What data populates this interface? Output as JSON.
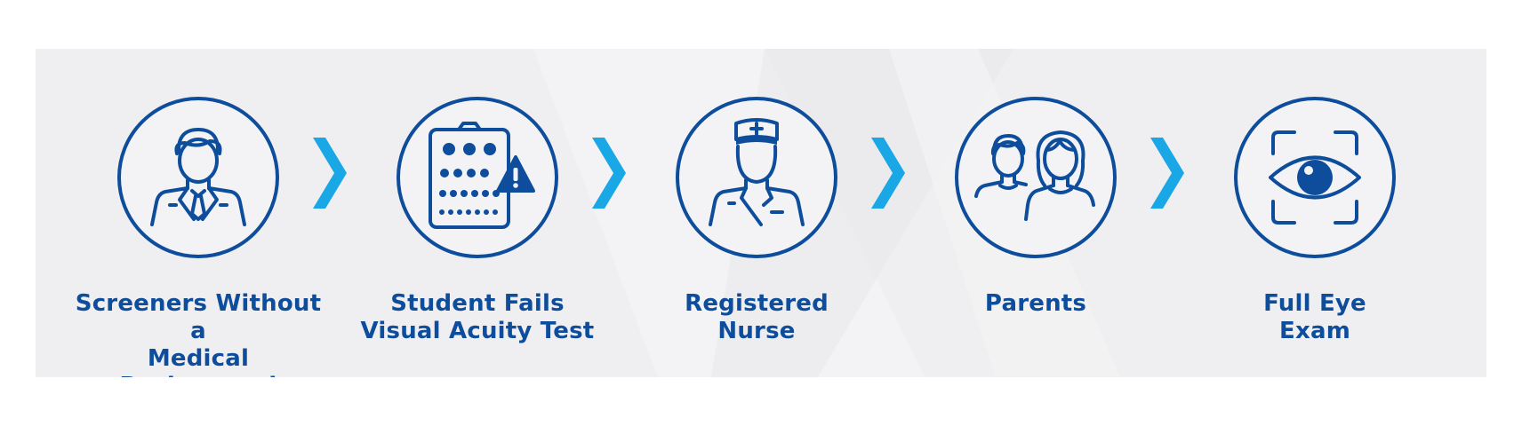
{
  "colors": {
    "primary": "#0d4d9c",
    "accent": "#1aa7e6",
    "panel": "#efeff1"
  },
  "steps": [
    {
      "icon": "professional-man-icon",
      "label_line1": "Screeners Without a",
      "label_line2": "Medical Background"
    },
    {
      "icon": "eye-chart-warning-icon",
      "label_line1": "Student Fails",
      "label_line2": "Visual Acuity Test"
    },
    {
      "icon": "nurse-icon",
      "label_line1": "Registered",
      "label_line2": "Nurse"
    },
    {
      "icon": "parents-icon",
      "label_line1": "Parents",
      "label_line2": ""
    },
    {
      "icon": "eye-scan-icon",
      "label_line1": "Full Eye",
      "label_line2": "Exam"
    }
  ],
  "connectors": [
    "chevron-right-icon",
    "chevron-right-icon",
    "chevron-right-icon",
    "chevron-right-icon"
  ]
}
